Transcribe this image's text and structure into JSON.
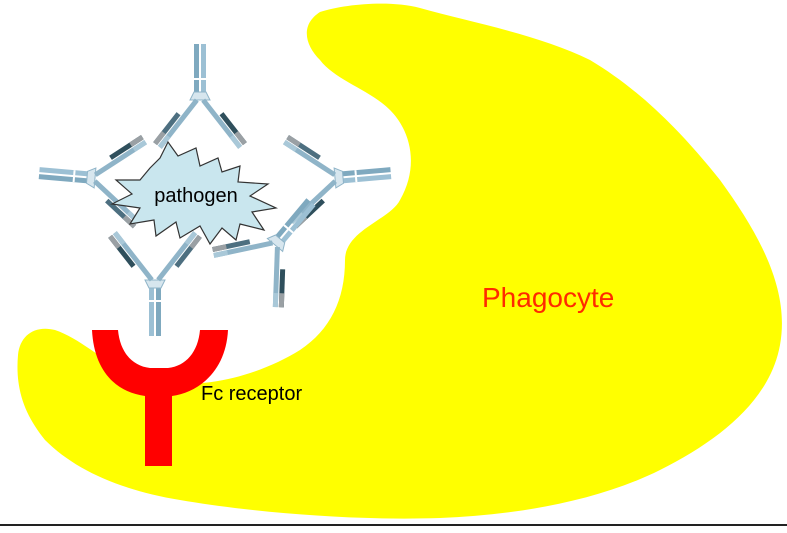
{
  "labels": {
    "pathogen": "pathogen",
    "phagocyte": "Phagocyte",
    "fc_receptor": "Fc receptor"
  },
  "colors": {
    "phagocyte_fill": "#ffff00",
    "phagocyte_label": "#ff2a00",
    "fc_receptor_fill": "#ff0000",
    "pathogen_fill": "#c9e6ee",
    "pathogen_stroke": "#333333",
    "antibody_heavy": "#8fb4c8",
    "antibody_light": "#4d6f80",
    "antibody_dark": "#2f4f5c",
    "antibody_gray": "#9aa0a4"
  },
  "icons": {
    "pathogen": "pathogen-star-icon",
    "antibody": "antibody-y-icon",
    "receptor": "fc-receptor-icon"
  },
  "antibody_count": 5
}
